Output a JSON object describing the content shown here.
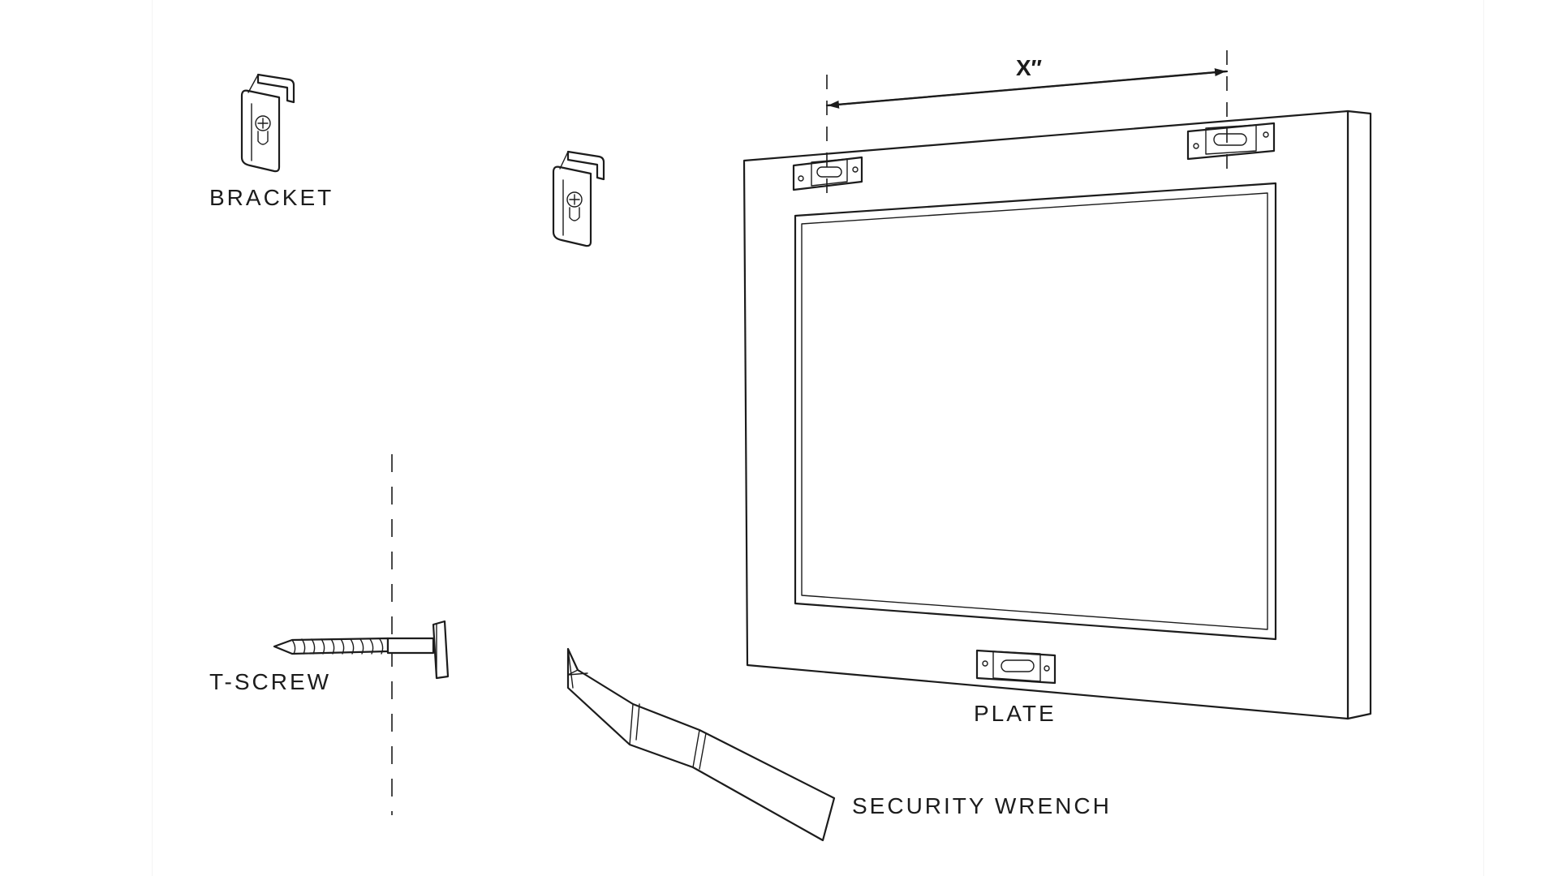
{
  "labels": {
    "bracket": "BRACKET",
    "t_screw": "T-SCREW",
    "plate": "PLATE",
    "security_wrench": "SECURITY WRENCH",
    "dimension": "X″"
  },
  "colors": {
    "ink": "#1c1c1c",
    "background": "#ffffff"
  }
}
